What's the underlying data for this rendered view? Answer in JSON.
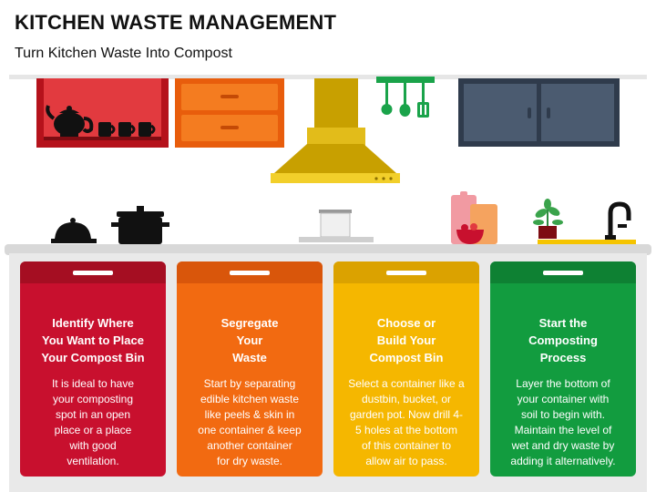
{
  "header": {
    "title": "KITCHEN WASTE MANAGEMENT",
    "subtitle": "Turn Kitchen Waste Into Compost"
  },
  "colors": {
    "red": "#c8102e",
    "red_top": "#a50e22",
    "orange": "#f26a11",
    "orange_top": "#d9560b",
    "yellow": "#f5b700",
    "yellow_top": "#dba200",
    "green": "#129c3f",
    "green_top": "#0e8133"
  },
  "illustration": {
    "icons": [
      "teapot-icon",
      "cup-icon",
      "drawer-cabinet-icon",
      "range-hood-icon",
      "ladle-icon",
      "spatula-icon",
      "wall-cabinet-icon",
      "covered-dish-icon",
      "cooking-pot-icon",
      "saucepan-icon",
      "cutting-board-icon",
      "fruit-bowl-icon",
      "potted-plant-icon",
      "faucet-icon"
    ]
  },
  "cards": [
    {
      "color_key": "red",
      "heading": [
        "Identify Where",
        "You Want to Place",
        "Your Compost Bin"
      ],
      "body": [
        "It is ideal to have",
        "your composting",
        "spot in an open",
        "place or a place",
        "with good",
        "ventilation."
      ]
    },
    {
      "color_key": "orange",
      "heading": [
        "Segregate",
        "Your",
        "Waste"
      ],
      "body": [
        "Start by separating",
        "edible kitchen waste",
        "like peels & skin in",
        "one container & keep",
        "another container",
        "for dry waste."
      ]
    },
    {
      "color_key": "yellow",
      "heading": [
        "Choose or",
        "Build Your",
        "Compost Bin"
      ],
      "body": [
        "Select a container like a",
        "dustbin, bucket, or",
        "garden pot. Now drill 4-",
        "5 holes at the bottom",
        "of this container to",
        "allow air to pass."
      ]
    },
    {
      "color_key": "green",
      "heading": [
        "Start the",
        "Composting",
        "Process"
      ],
      "body": [
        "Layer the bottom of",
        "your container with",
        "soil to begin with.",
        "Maintain the level of",
        "wet and dry waste by",
        "adding it alternatively."
      ]
    }
  ]
}
